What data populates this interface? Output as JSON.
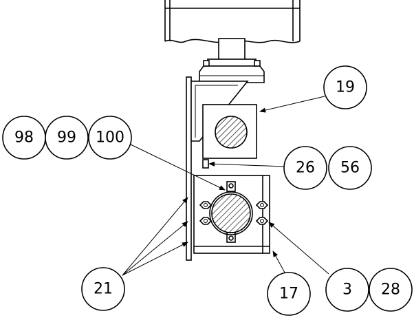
{
  "balloons": [
    {
      "id": "98",
      "label": "98"
    },
    {
      "id": "99",
      "label": "99"
    },
    {
      "id": "100",
      "label": "100"
    },
    {
      "id": "19",
      "label": "19"
    },
    {
      "id": "26",
      "label": "26"
    },
    {
      "id": "56",
      "label": "56"
    },
    {
      "id": "21",
      "label": "21"
    },
    {
      "id": "17",
      "label": "17"
    },
    {
      "id": "3",
      "label": "3"
    },
    {
      "id": "28",
      "label": "28"
    }
  ]
}
